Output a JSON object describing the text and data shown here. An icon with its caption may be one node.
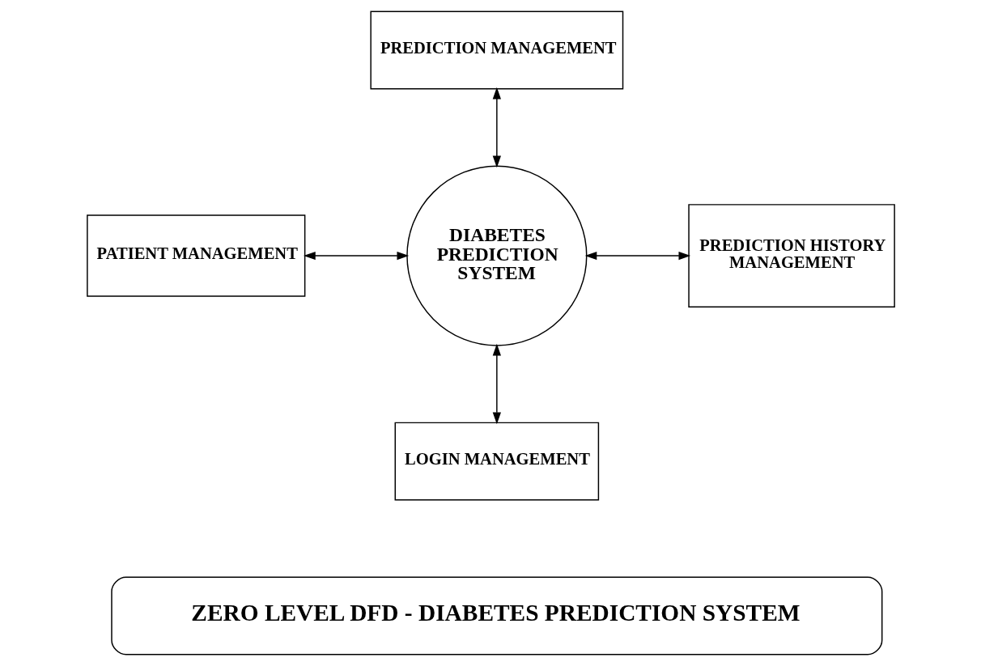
{
  "diagram": {
    "nodes": [
      {
        "text": [
          "PREDICTION MANAGEMENT"
        ]
      },
      {
        "text": [
          "PATIENT MANAGEMENT"
        ]
      },
      {
        "text": [
          "DIABETES PREDICTION SYSTEM"
        ]
      },
      {
        "text": [
          "PREDICTION HISTORY MANAGEMENT"
        ]
      },
      {
        "text": [
          "LOGIN MANAGEMENT"
        ]
      },
      {
        "text": [
          "ZERO LEVEL DFD - DIABETES PREDICTION SYSTEM"
        ]
      }
    ],
    "edges": [
      {
        "from": 0,
        "to": 2,
        "arrow": "both"
      },
      {
        "from": 1,
        "to": 2,
        "arrow": "both"
      },
      {
        "from": 2,
        "to": 3,
        "arrow": "both"
      },
      {
        "from": 2,
        "to": 4,
        "arrow": "both"
      }
    ]
  }
}
